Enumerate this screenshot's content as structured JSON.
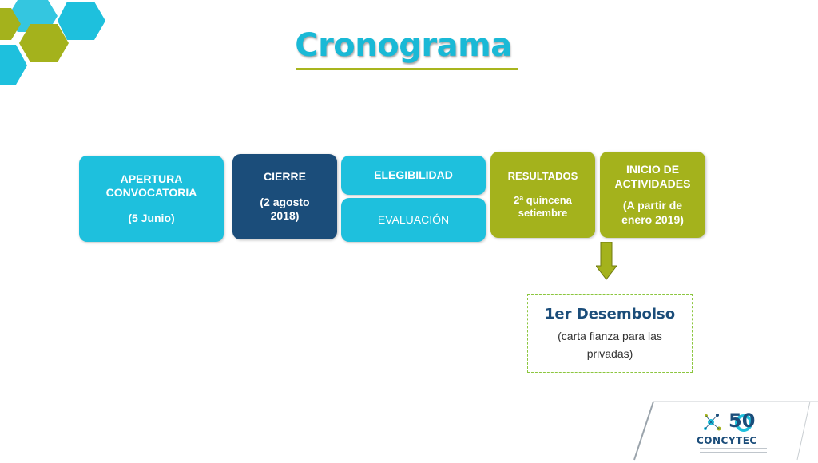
{
  "title": "Cronograma",
  "timeline": {
    "apertura": {
      "line1": "APERTURA",
      "line2": "CONVOCATORIA",
      "detail": "(5 Junio)"
    },
    "cierre": {
      "line1": "CIERRE",
      "detail1": "(2 agosto",
      "detail2": "2018)"
    },
    "elegibilidad": "ELEGIBILIDAD",
    "evaluacion": "EVALUACIÓN",
    "resultados": {
      "line1": "RESULTADOS",
      "detail1": "2ª quincena",
      "detail2": "setiembre"
    },
    "inicio": {
      "line1": "INICIO DE",
      "line2": "ACTIVIDADES",
      "detail1": "(A partir de",
      "detail2": "enero 2019)"
    }
  },
  "desembolso": {
    "title": "1er Desembolso",
    "sub1": "(carta fianza para las",
    "sub2": "privadas)"
  },
  "logo": {
    "number": "50",
    "name": "CONCYTEC"
  },
  "colors": {
    "cyan": "#1ec0dd",
    "navy": "#1b4d7a",
    "olive": "#a4b21c",
    "title": "#1ab9d6"
  }
}
